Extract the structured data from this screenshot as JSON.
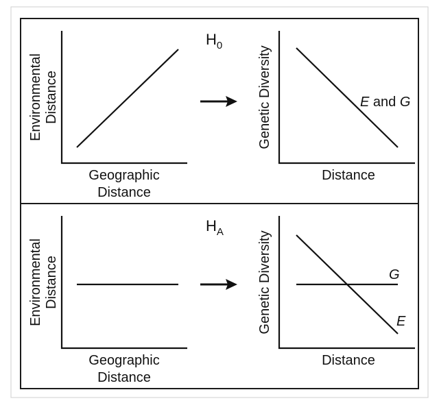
{
  "panels": {
    "null": {
      "hypothesis_main": "H",
      "hypothesis_sub": "0",
      "left_y_label_1": "Environmental",
      "left_y_label_2": "Distance",
      "left_x_label_1": "Geographic",
      "left_x_label_2": "Distance",
      "right_y_label": "Genetic Diversity",
      "right_x_label": "Distance",
      "line_label_e": "E",
      "line_label_and": " and ",
      "line_label_g": "G"
    },
    "alternative": {
      "hypothesis_main": "H",
      "hypothesis_sub": "A",
      "left_y_label_1": "Environmental",
      "left_y_label_2": "Distance",
      "left_x_label_1": "Geographic",
      "left_x_label_2": "Distance",
      "right_y_label": "Genetic Diversity",
      "right_x_label": "Distance",
      "line_label_g": "G",
      "line_label_e": "E"
    }
  },
  "colors": {
    "ink": "#111111",
    "frame": "#1a1a1a",
    "background": "#ffffff"
  }
}
